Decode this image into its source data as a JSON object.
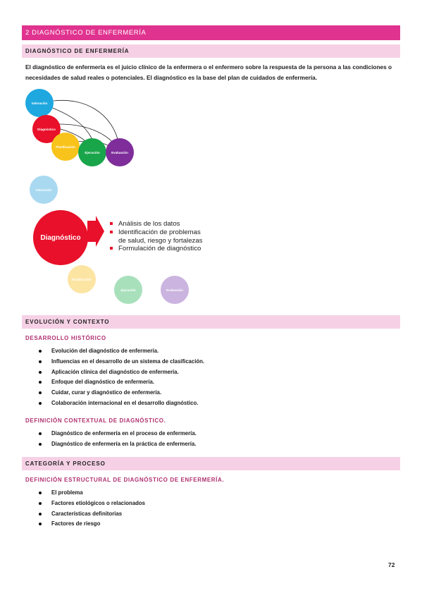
{
  "chapter_title": "2 DIAGNÓSTICO DE ENFERMERÍA",
  "section1": {
    "title": "DIAGNÓSTICO DE ENFERMERÍA",
    "intro": "El diagnóstico de enfermería es el juicio clínico de la enfermera o el enfermero sobre la respuesta de la persona a las condiciones o necesidades de salud reales o potenciales. El diagnóstico es la base del plan de cuidados de enfermería."
  },
  "diagram": {
    "cycle": [
      "Valoración",
      "Diagnóstico",
      "Planificación",
      "Ejecución",
      "Evaluación"
    ],
    "main_label": "Diagnóstico",
    "items": [
      "Análisis de los datos",
      "Identificación de problemas",
      "de salud, riesgo y fortalezas",
      "Formulación de diagnóstico"
    ],
    "colors": {
      "valoracion": "#1fa8e0",
      "diagnostico": "#e8102a",
      "planificacion": "#f8c31a",
      "ejecucion": "#19a54a",
      "evaluacion": "#7f2d9a",
      "valoracion_light": "#a9d9f1",
      "planificacion_light": "#fce4a3",
      "ejecucion_light": "#a8e0bc",
      "evaluacion_light": "#cbb4df"
    }
  },
  "section2": {
    "title": "EVOLUCIÓN Y CONTEXTO",
    "sub1": {
      "title": "DESARROLLO HISTÓRICO",
      "items": [
        "Evolución del diagnóstico de enfermería.",
        "Influencias en el desarrollo de un sistema de clasificación.",
        "Aplicación clínica del diagnóstico de enfermería.",
        "Enfoque del diagnóstico de enfermería.",
        "Cuidar, curar y diagnóstico de enfermería.",
        "Colaboración internacional en el desarrollo diagnóstico."
      ]
    },
    "sub2": {
      "title": "DEFINICIÓN CONTEXTUAL DE DIAGNÓSTICO.",
      "items": [
        "Diagnóstico de enfermería en el proceso de enfermería.",
        "Diagnóstico de enfermería en la práctica de enfermería."
      ]
    }
  },
  "section3": {
    "title": "CATEGORÍA Y PROCESO",
    "sub1": {
      "title": "DEFINICIÓN ESTRUCTURAL DE DIAGNÓSTICO DE ENFERMERÍA.",
      "items": [
        "El problema",
        "Factores etiológicos o relacionados",
        "Características definitorias",
        "Factores de riesgo"
      ]
    }
  },
  "page_number": "72"
}
